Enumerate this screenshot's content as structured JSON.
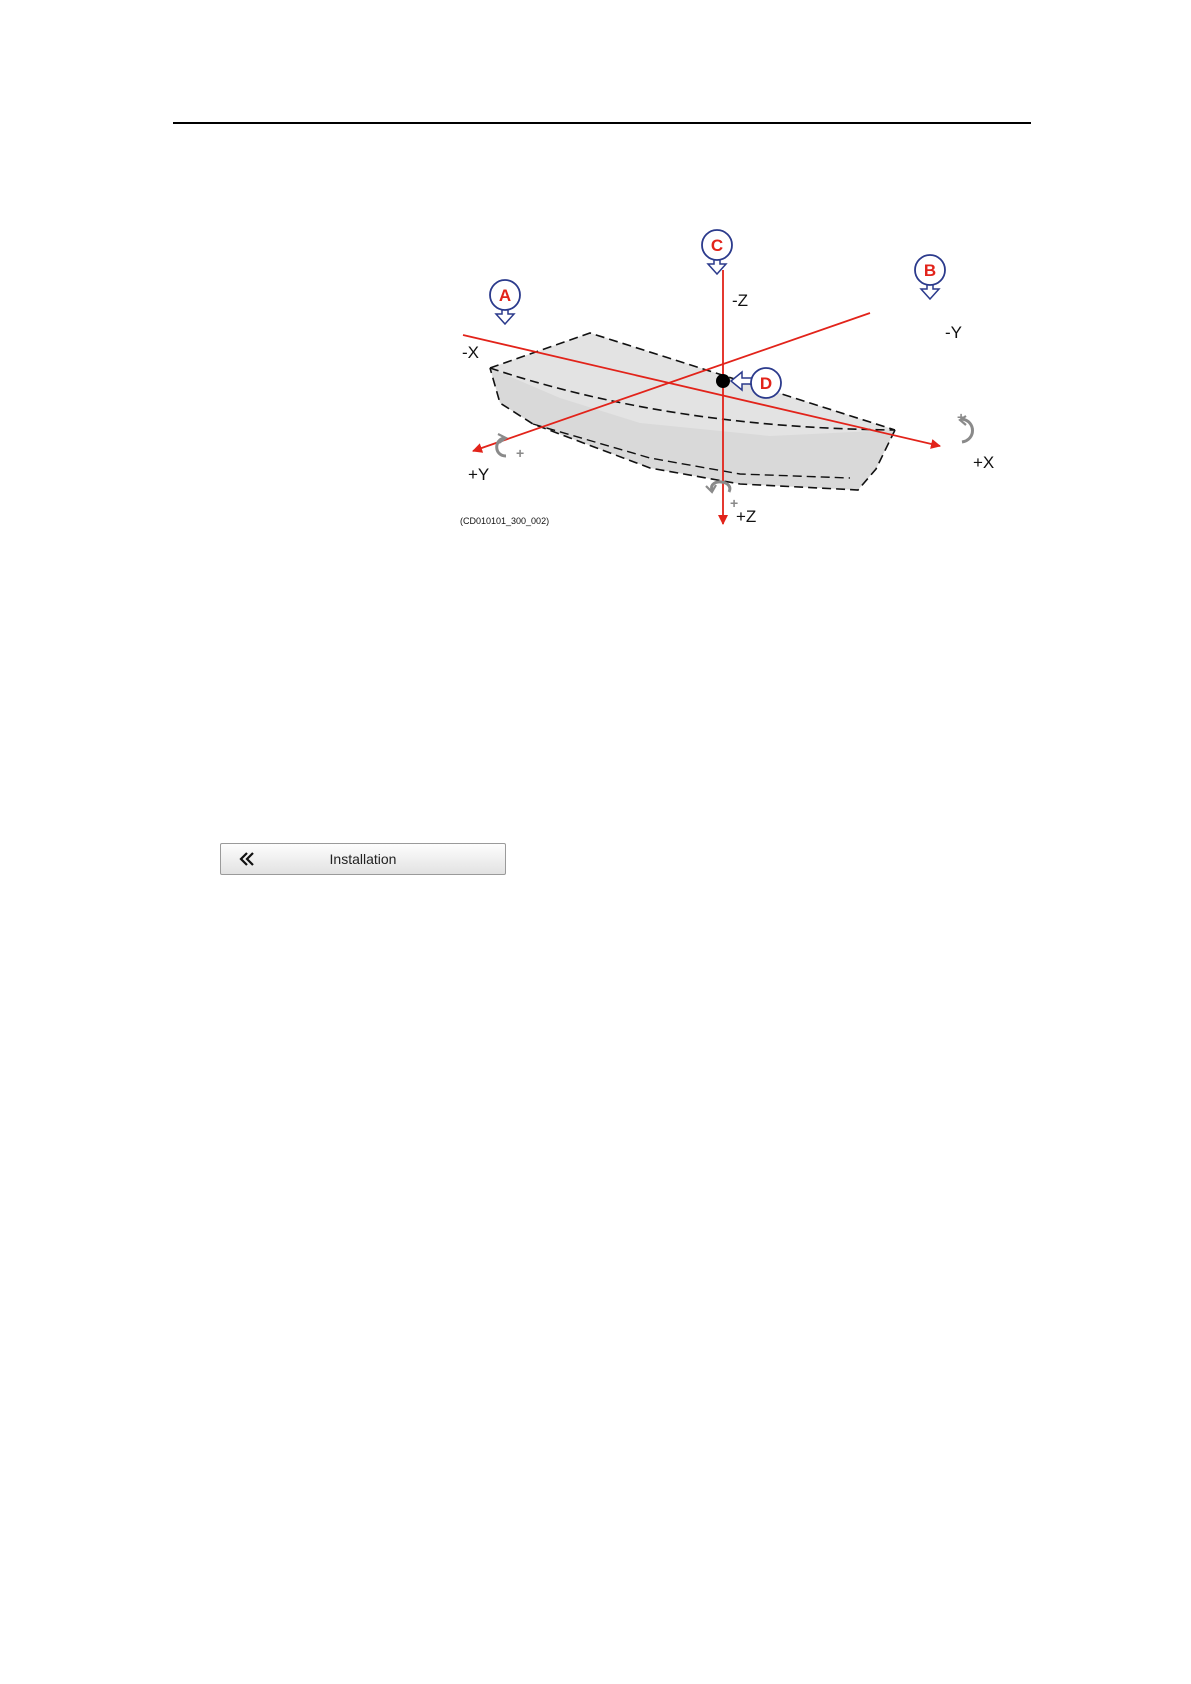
{
  "diagram": {
    "callouts": {
      "a": "A",
      "b": "B",
      "c": "C",
      "d": "D"
    },
    "axis_labels": {
      "neg_x": "-X",
      "pos_x": "+X",
      "neg_y": "-Y",
      "pos_y": "+Y",
      "neg_z": "-Z",
      "pos_z": "+Z"
    },
    "rotation_sign": "+",
    "figure_id": "(CD010101_300_002)",
    "colors": {
      "axis": "#e2231a",
      "callout_ring": "#2b3a8c",
      "callout_letter": "#e2231a",
      "hull_fill": "#d9d9d9",
      "hull_shadow": "#cccccc",
      "rotation_arrow": "#8a8a8a"
    }
  },
  "navigation": {
    "back_button_label": "Installation",
    "back_icon": "double-chevron-left-icon"
  }
}
